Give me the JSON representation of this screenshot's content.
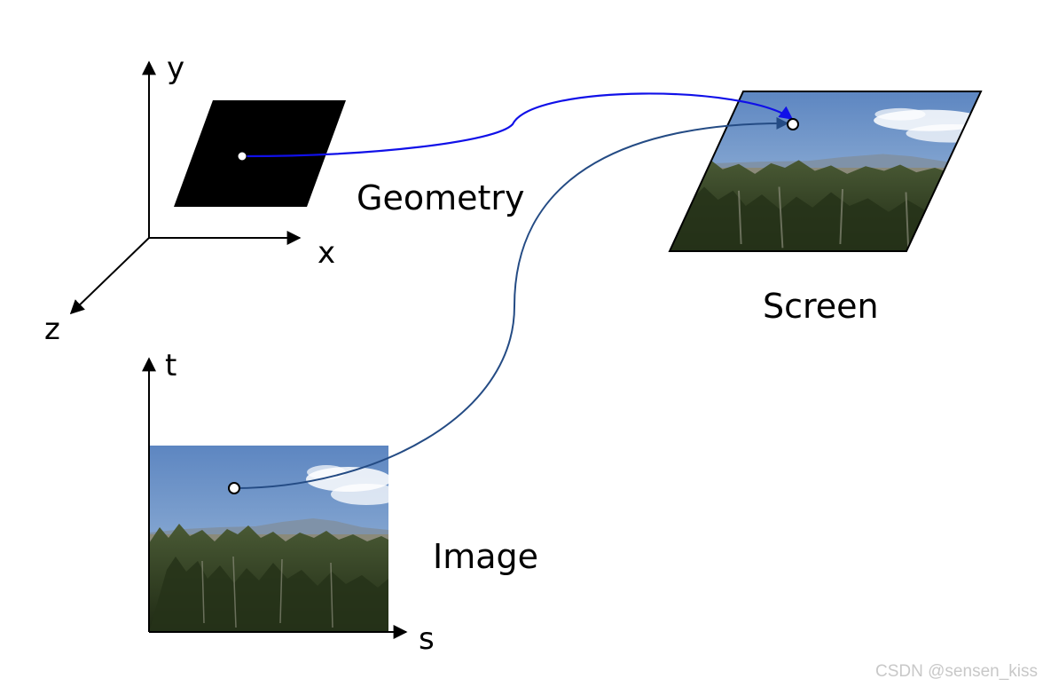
{
  "labels": {
    "y_axis": "y",
    "x_axis": "x",
    "z_axis": "z",
    "t_axis": "t",
    "s_axis": "s",
    "geometry": "Geometry",
    "screen": "Screen",
    "image": "Image"
  },
  "watermark": "CSDN @sensen_kiss",
  "colors": {
    "geometry_arrow": "#1010e8",
    "image_arrow": "#244b84",
    "plane_fill": "#000000",
    "sky_top": "#5d86c1",
    "sky_bottom": "#a9c2dc",
    "trees": "#2f3d1e"
  }
}
